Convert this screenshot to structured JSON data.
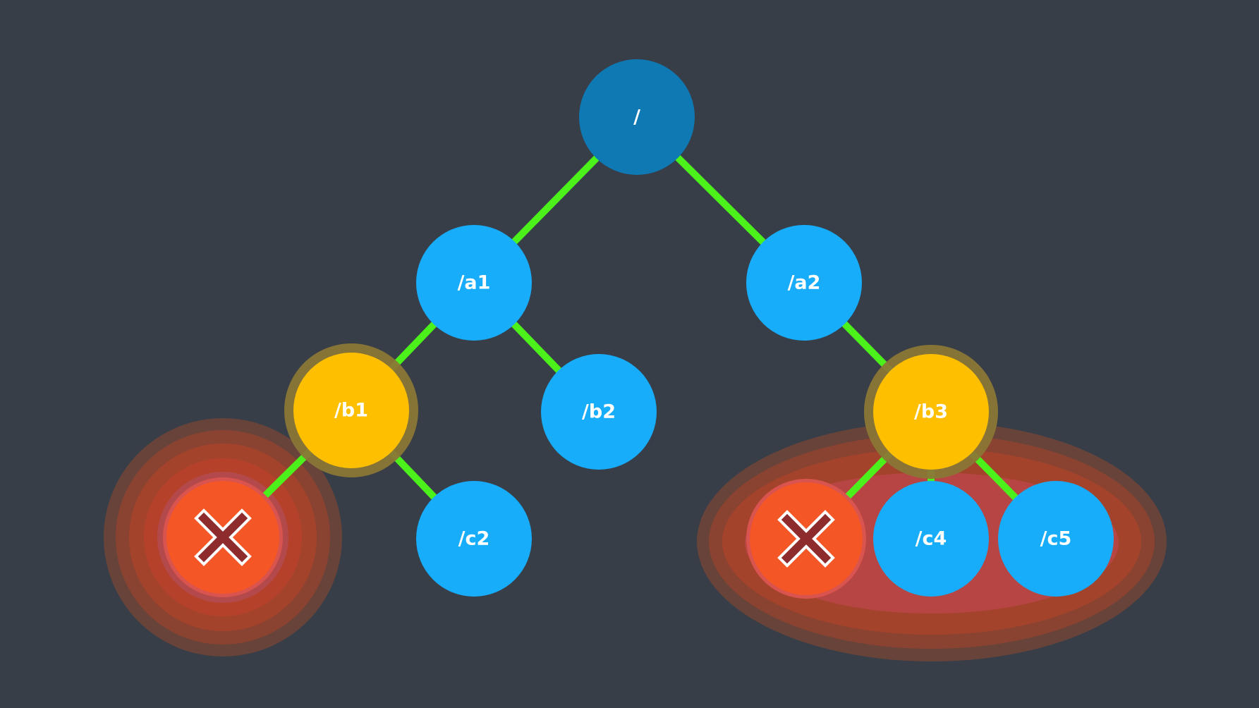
{
  "colors": {
    "background": "#373e48",
    "root_node": "#0f79b4",
    "node": "#17adfb",
    "highlighted_node": "#fdbf00",
    "highlight_ring": "#8a7636",
    "failed_node": "#f45626",
    "failure_glow": "#b8432a",
    "edge": "#4cf01b",
    "cross_fill": "#8d2b2d",
    "cross_stroke": "#ffffff"
  },
  "tree": {
    "nodes": [
      {
        "id": "root",
        "label": "/",
        "state": "root",
        "icon": ""
      },
      {
        "id": "a1",
        "label": "/a1",
        "state": "normal",
        "icon": ""
      },
      {
        "id": "a2",
        "label": "/a2",
        "state": "normal",
        "icon": ""
      },
      {
        "id": "b1",
        "label": "/b1",
        "state": "highlighted",
        "icon": ""
      },
      {
        "id": "b2",
        "label": "/b2",
        "state": "normal",
        "icon": ""
      },
      {
        "id": "b3",
        "label": "/b3",
        "state": "highlighted",
        "icon": ""
      },
      {
        "id": "c1",
        "label": "",
        "state": "failed",
        "icon": "cross-icon"
      },
      {
        "id": "c2",
        "label": "/c2",
        "state": "normal",
        "icon": ""
      },
      {
        "id": "c3",
        "label": "",
        "state": "failed",
        "icon": "cross-icon"
      },
      {
        "id": "c4",
        "label": "/c4",
        "state": "normal",
        "icon": ""
      },
      {
        "id": "c5",
        "label": "/c5",
        "state": "normal",
        "icon": ""
      }
    ],
    "edges": [
      {
        "from": "root",
        "to": "a1"
      },
      {
        "from": "root",
        "to": "a2"
      },
      {
        "from": "a1",
        "to": "b1"
      },
      {
        "from": "a1",
        "to": "b2"
      },
      {
        "from": "a2",
        "to": "b3"
      },
      {
        "from": "b1",
        "to": "c1"
      },
      {
        "from": "b1",
        "to": "c2"
      },
      {
        "from": "b3",
        "to": "c3"
      },
      {
        "from": "b3",
        "to": "c4"
      },
      {
        "from": "b3",
        "to": "c5"
      }
    ]
  }
}
